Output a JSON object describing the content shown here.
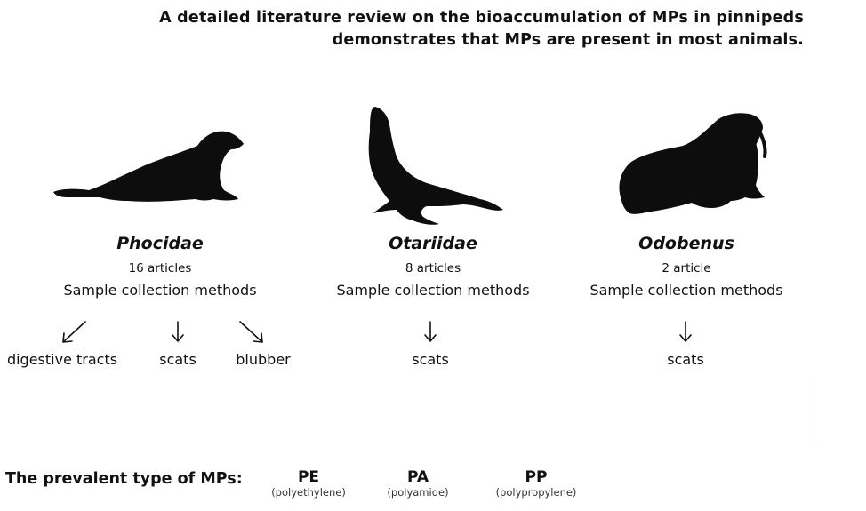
{
  "heading": {
    "line1": "A detailed literature review on the bioaccumulation of MPs in pinnipeds",
    "line2": "demonstrates that MPs are present in most animals."
  },
  "families": [
    {
      "name": "Phocidae",
      "count": "16 articles",
      "methods_label": "Sample collection methods",
      "methods": [
        "digestive tracts",
        "scats",
        "blubber"
      ]
    },
    {
      "name": "Otariidae",
      "count": "8 articles",
      "methods_label": "Sample collection methods",
      "methods": [
        "scats"
      ]
    },
    {
      "name": "Odobenus",
      "count": "2 article",
      "methods_label": "Sample collection methods",
      "methods": [
        "scats"
      ]
    }
  ],
  "prevalent": {
    "label": "The prevalent type of MPs:",
    "types": [
      {
        "abbr": "PE",
        "full": "(polyethylene)"
      },
      {
        "abbr": "PA",
        "full": "(polyamide)"
      },
      {
        "abbr": "PP",
        "full": "(polypropylene)"
      }
    ]
  },
  "colors": {
    "silhouette": "#0d0d0d",
    "text": "#111111",
    "background": "#ffffff"
  },
  "icons": [
    "seal-silhouette-icon",
    "sea-lion-silhouette-icon",
    "walrus-silhouette-icon",
    "arrow-down-left-icon",
    "arrow-down-icon",
    "arrow-down-right-icon"
  ]
}
